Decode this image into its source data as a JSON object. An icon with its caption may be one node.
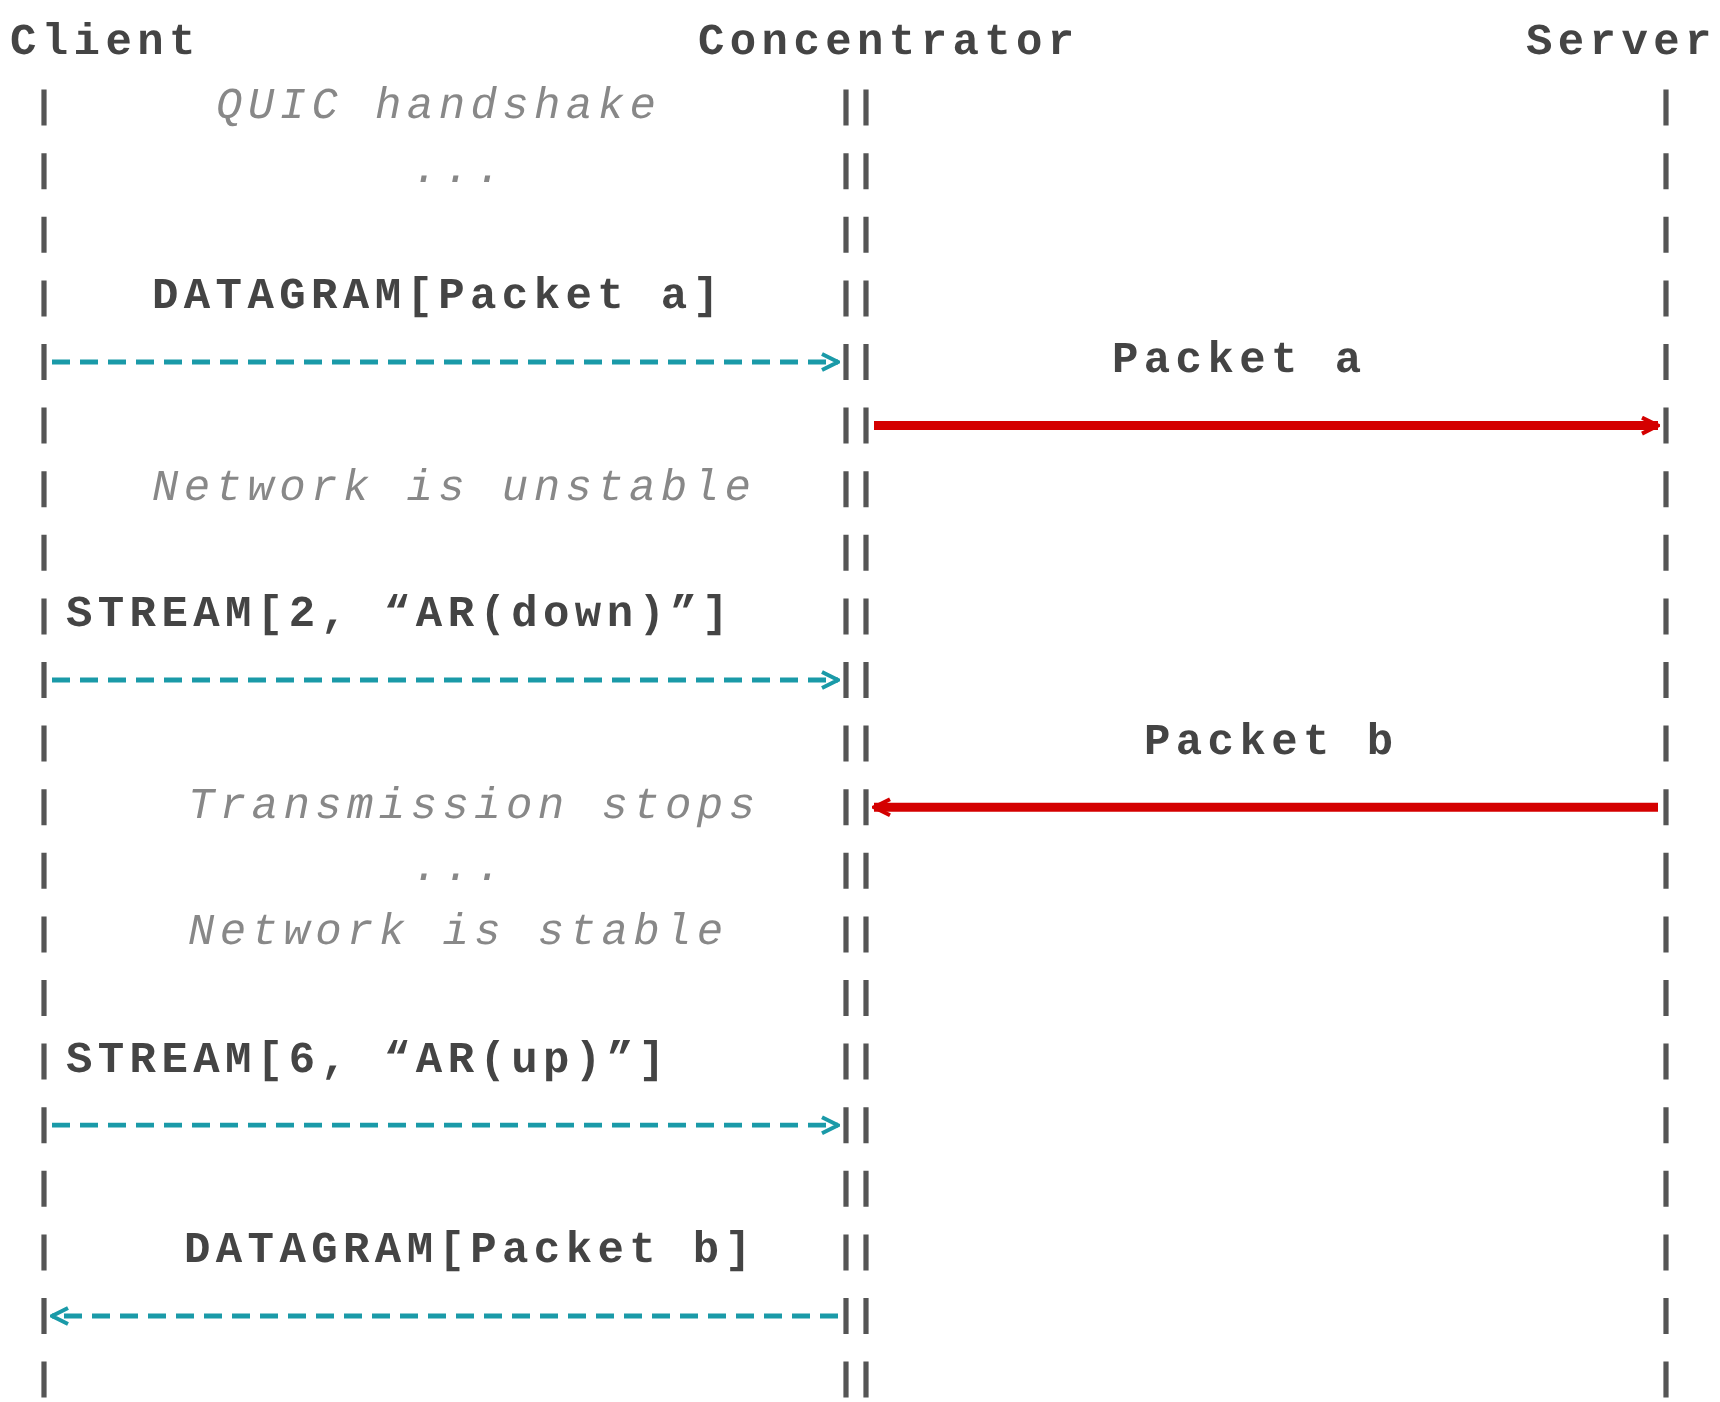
{
  "diagram": {
    "nodes": [
      {
        "text": [
          "Client"
        ]
      },
      {
        "text": [
          "Concentrator"
        ]
      },
      {
        "text": [
          "Server"
        ]
      }
    ],
    "edges": [
      {
        "from": 0,
        "to": 1,
        "arrow": "to",
        "label": "DATAGRAM[Packet a]",
        "style": "dashed"
      },
      {
        "from": 1,
        "to": 2,
        "arrow": "to",
        "label": "Packet a",
        "style": "thick",
        "color": "#d40000"
      },
      {
        "from": 0,
        "to": 1,
        "arrow": "to",
        "label": "STREAM[2, “AR(down)”]",
        "style": "dashed"
      },
      {
        "from": 2,
        "to": 1,
        "arrow": "to",
        "label": "Packet b",
        "style": "thick",
        "color": "#d40000"
      },
      {
        "from": 0,
        "to": 1,
        "arrow": "to",
        "label": "STREAM[6, “AR(up)”]",
        "style": "dashed"
      },
      {
        "from": 1,
        "to": 0,
        "arrow": "to",
        "label": "DATAGRAM[Packet b]",
        "style": "dashed"
      }
    ],
    "labels": [
      "QUIC handshake",
      "...",
      "Network is unstable",
      "Transmission stops",
      "...",
      "Network is stable"
    ]
  }
}
